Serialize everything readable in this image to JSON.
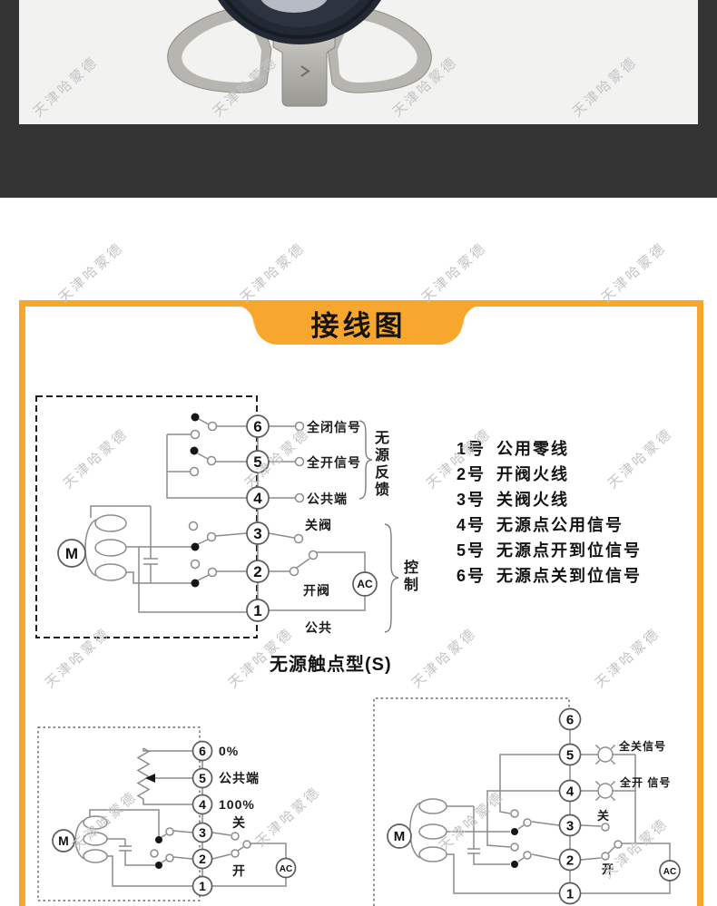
{
  "watermark": {
    "text": "天津哈蒙德"
  },
  "banner": {
    "title": "接线图"
  },
  "colors": {
    "accent_orange": "#F8A72E",
    "frame_dark": "#343434",
    "photo_background": "#F2F2F1",
    "schematic_line": "#8C8C8C",
    "watermark_gray": "#C4C4C4"
  },
  "main_diagram": {
    "terminals": [
      "6",
      "5",
      "4",
      "3",
      "2",
      "1"
    ],
    "labels": {
      "t6": "全闭信号",
      "t5": "全开信号",
      "t4": "公共端",
      "t3": "关阀",
      "t2": "开阀",
      "t1": "公共",
      "group_feedback": "无源反馈",
      "group_control": "控制",
      "motor": "M",
      "ac": "AC"
    },
    "caption": "无源触点型(S)"
  },
  "terminal_list": {
    "items": [
      {
        "no": "1号",
        "desc": "公用零线"
      },
      {
        "no": "2号",
        "desc": "开阀火线"
      },
      {
        "no": "3号",
        "desc": "关阀火线"
      },
      {
        "no": "4号",
        "desc": "无源点公用信号"
      },
      {
        "no": "5号",
        "desc": "无源点开到位信号"
      },
      {
        "no": "6号",
        "desc": "无源点关到位信号"
      }
    ]
  },
  "bottom_left_diagram": {
    "terminals": [
      "6",
      "5",
      "4",
      "3",
      "2",
      "1"
    ],
    "labels": {
      "t6": "0%",
      "t5": "公共端",
      "t4": "100%",
      "t3": "关",
      "t2": "开",
      "motor": "M",
      "ac": "AC"
    }
  },
  "bottom_right_diagram": {
    "terminals": [
      "6",
      "5",
      "4",
      "3",
      "2",
      "1"
    ],
    "labels": {
      "t5": "全关信号",
      "t4": "全开 信号",
      "t3": "关",
      "t2": "开",
      "motor": "M",
      "ac": "AC"
    }
  }
}
